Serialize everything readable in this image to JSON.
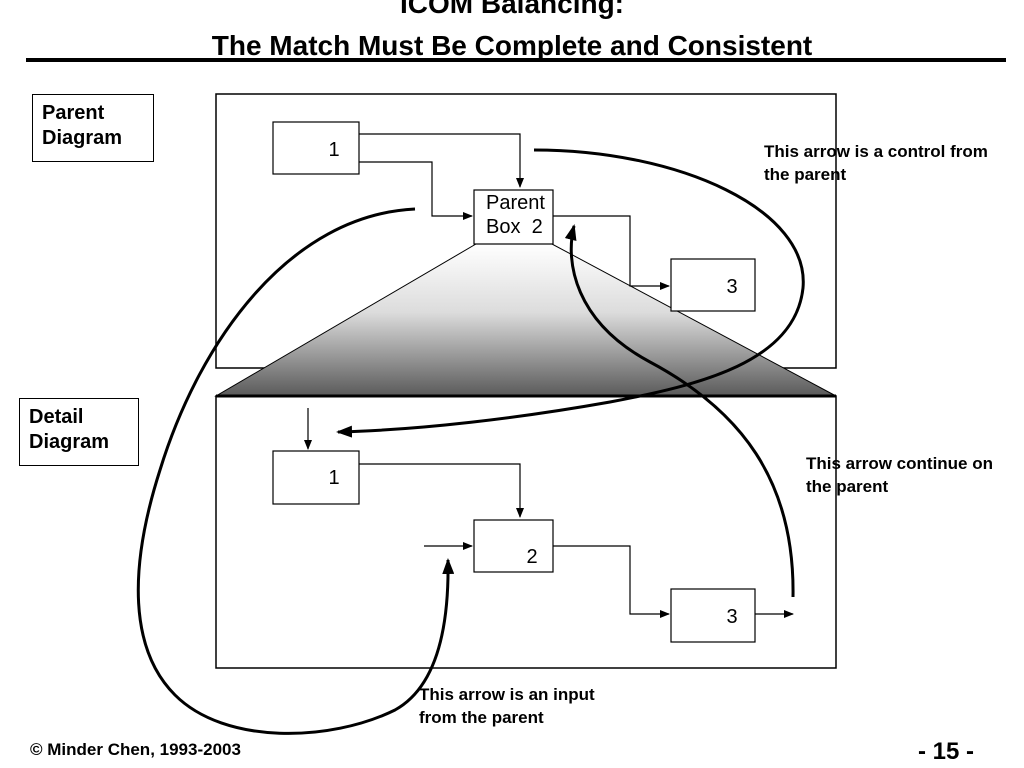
{
  "header": {
    "title_line1": "ICOM Balancing:",
    "title_line2": "The Match Must Be Complete and Consistent"
  },
  "labels": {
    "parent_diagram": "Parent Diagram",
    "detail_diagram": "Detail Diagram"
  },
  "parent": {
    "box1": "1",
    "box2_line1": "Parent",
    "box2_line2": "Box  2",
    "box3": "3"
  },
  "detail": {
    "box1": "1",
    "box2": "2",
    "box3": "3"
  },
  "notes": {
    "control": "This arrow is a control from the parent",
    "continue": "This arrow continue on the parent",
    "input": "This arrow is an input from the parent"
  },
  "footer": {
    "copyright": "© Minder Chen, 1993-2003",
    "page": "- 15 -"
  }
}
